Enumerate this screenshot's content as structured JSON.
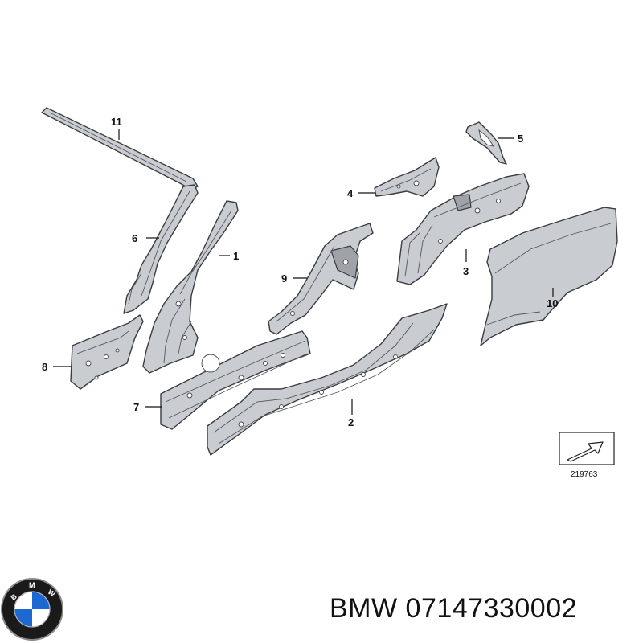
{
  "diagram": {
    "callouts": [
      {
        "label": "11"
      },
      {
        "label": "6"
      },
      {
        "label": "1"
      },
      {
        "label": "8"
      },
      {
        "label": "7"
      },
      {
        "label": "9"
      },
      {
        "label": "4"
      },
      {
        "label": "5"
      },
      {
        "label": "3"
      },
      {
        "label": "10"
      },
      {
        "label": "2"
      }
    ],
    "reference_number": "219763"
  },
  "caption": {
    "text": "BMW 07147330002"
  },
  "logo": {
    "letters": "BMW",
    "colors": {
      "blue": "#1c69d4",
      "ring": "#1a1a1a",
      "white": "#ffffff"
    }
  }
}
